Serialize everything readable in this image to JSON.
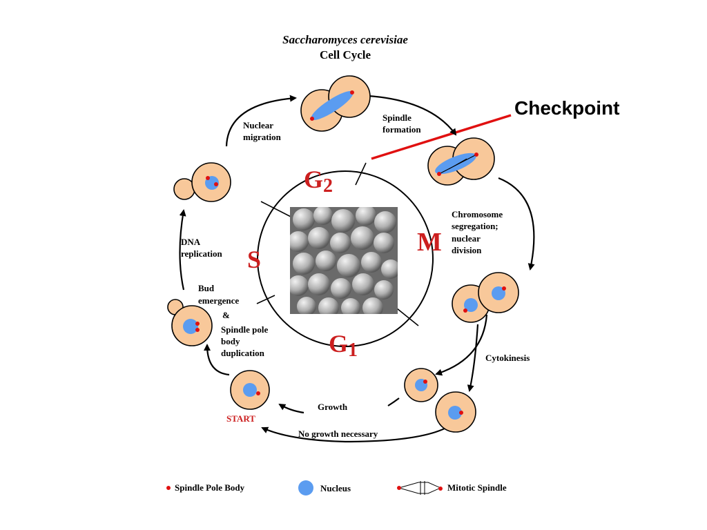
{
  "title": {
    "species": "Saccharomyces cerevisiae",
    "subtitle": "Cell Cycle"
  },
  "checkpoint_label": "Checkpoint",
  "phases": {
    "g2": "G",
    "g2_sub": "2",
    "m": "M",
    "s": "S",
    "g1": "G",
    "g1_sub": "1"
  },
  "steps": {
    "nuclear_migration": [
      "Nuclear",
      "migration"
    ],
    "spindle_formation": [
      "Spindle",
      "formation"
    ],
    "chromosome_segregation": [
      "Chromosome",
      "segregation;",
      "nuclear",
      "division"
    ],
    "cytokinesis": "Cytokinesis",
    "growth": "Growth",
    "no_growth": "No growth necessary",
    "start": "START",
    "dna_replication": [
      "DNA",
      "replication"
    ],
    "bud_emergence": [
      "Bud",
      "emergence"
    ],
    "ampersand": "&",
    "spb_duplication": [
      "Spindle pole",
      "body",
      "duplication"
    ]
  },
  "legend": {
    "spindle_pole_body": "Spindle Pole Body",
    "nucleus": "Nucleus",
    "mitotic_spindle": "Mitotic Spindle"
  },
  "colors": {
    "cell": "#f8c89a",
    "nucleus": "#5b9cf0",
    "spindle_pole_body": "#e01010",
    "phase_text": "#cc1f1f",
    "checkpoint_line": "#e01010"
  }
}
